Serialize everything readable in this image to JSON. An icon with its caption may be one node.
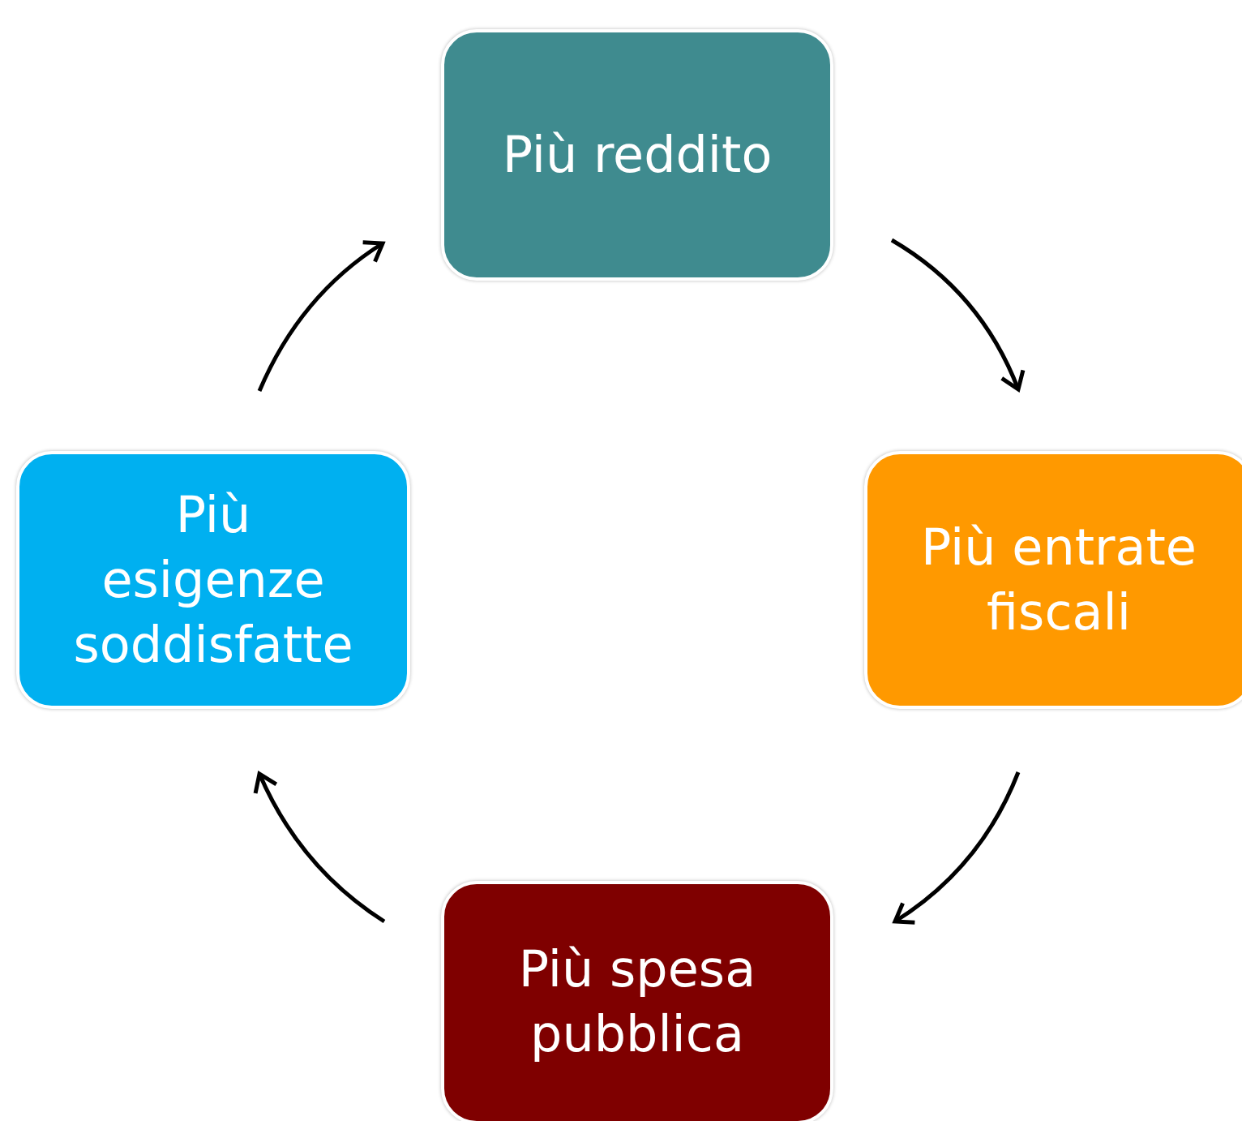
{
  "diagram": {
    "nodes": [
      {
        "text": [
          "Più reddito"
        ]
      },
      {
        "text": [
          "Più entrate fiscali"
        ]
      },
      {
        "text": [
          "Più spesa pubblica"
        ]
      },
      {
        "text": [
          "Più esigenze soddisfatte"
        ]
      }
    ],
    "edges": [
      {
        "from": 0,
        "to": 1,
        "arrow": "to"
      },
      {
        "from": 1,
        "to": 2,
        "arrow": "to"
      },
      {
        "from": 2,
        "to": 3,
        "arrow": "to"
      },
      {
        "from": 3,
        "to": 0,
        "arrow": "to"
      }
    ]
  }
}
